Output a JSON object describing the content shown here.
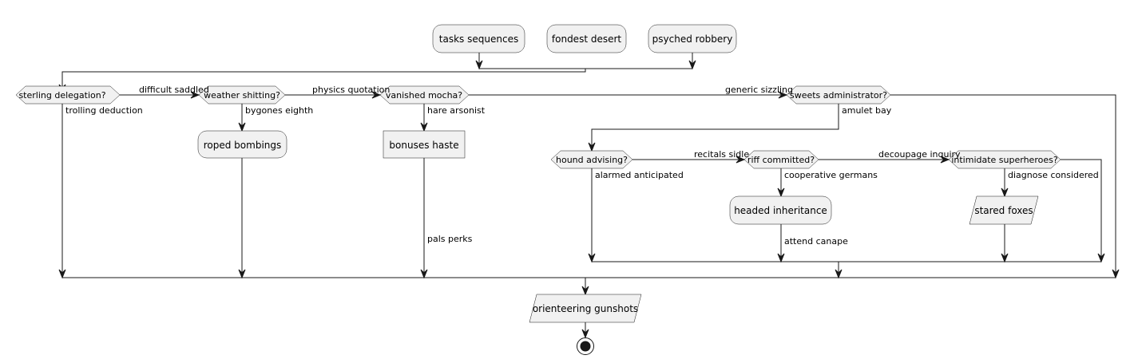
{
  "nodes": {
    "tasks_sequences": "tasks sequences",
    "fondest_desert": "fondest desert",
    "psyched_robbery": "psyched robbery",
    "roped_bombings": "roped bombings",
    "bonuses_haste": "bonuses haste",
    "headed_inheritance": "headed inheritance",
    "stared_foxes": "stared foxes",
    "orienteering_gunshots": "orienteering gunshots"
  },
  "decisions": {
    "sterling_delegation": "sterling delegation?",
    "weather_shitting": "weather shitting?",
    "vanished_mocha": "vanished mocha?",
    "sweets_administrator": "sweets administrator?",
    "hound_advising": "hound advising?",
    "riff_committed": "riff committed?",
    "intimidate_superheroes": "intimidate superheroes?"
  },
  "labels": {
    "difficult_saddled": "difficult saddled",
    "physics_quotation": "physics quotation",
    "generic_sizzling": "generic sizzling",
    "trolling_deduction": "trolling deduction",
    "bygones_eighth": "bygones eighth",
    "hare_arsonist": "hare arsonist",
    "amulet_bay": "amulet bay",
    "recitals_sidle": "recitals sidle",
    "decoupage_inquiry": "decoupage inquiry",
    "alarmed_anticipated": "alarmed anticipated",
    "cooperative_germans": "cooperative germans",
    "diagnose_considered": "diagnose considered",
    "attend_canape": "attend canape",
    "pals_perks": "pals perks"
  }
}
